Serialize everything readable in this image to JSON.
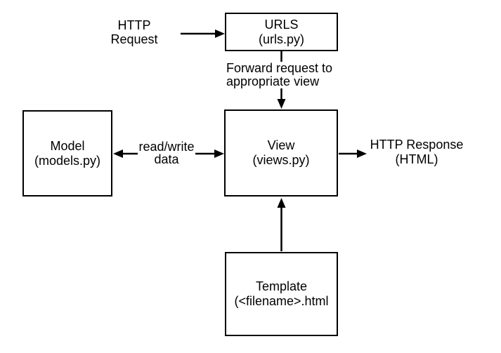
{
  "diagram": {
    "background_color": "#ffffff",
    "line_color": "#000000",
    "text_color": "#000000",
    "nodes": {
      "urls": {
        "title": "URLS",
        "subtitle": "(urls.py)"
      },
      "model": {
        "title": "Model",
        "subtitle": "(models.py)"
      },
      "view": {
        "title": "View",
        "subtitle": "(views.py)"
      },
      "template": {
        "title": "Template",
        "subtitle": "(<filename>.html"
      }
    },
    "labels": {
      "http_request": {
        "line1": "HTTP",
        "line2": "Request"
      },
      "forward": {
        "line1": "Forward request to",
        "line2": "appropriate view"
      },
      "read_write": {
        "line1": "read/write",
        "line2": "data"
      },
      "http_response": {
        "line1": "HTTP Response",
        "line2": "(HTML)"
      }
    },
    "edges": [
      {
        "name": "http-request-to-urls",
        "direction": "right"
      },
      {
        "name": "urls-to-view",
        "direction": "down",
        "label": "Forward request to appropriate view"
      },
      {
        "name": "model-view-read-write",
        "direction": "both",
        "label": "read/write data"
      },
      {
        "name": "view-to-http-response",
        "direction": "right"
      },
      {
        "name": "template-to-view",
        "direction": "up"
      }
    ]
  }
}
